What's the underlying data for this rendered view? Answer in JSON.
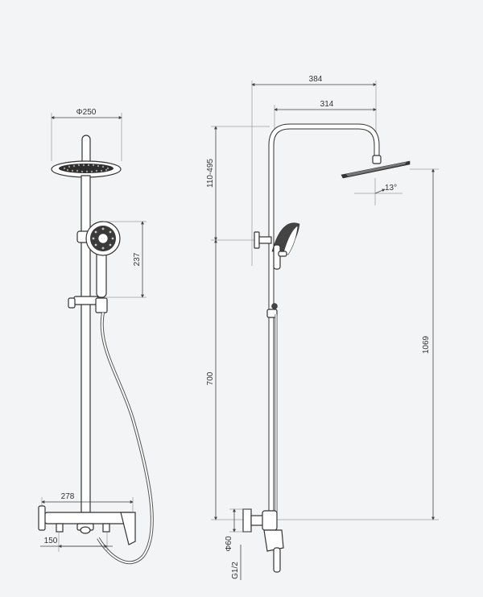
{
  "front_view": {
    "head_diameter": "Φ250",
    "handshower_height": "237",
    "mixer_width": "278",
    "inlet_spacing": "150"
  },
  "side_view": {
    "total_reach": "384",
    "arm_reach": "314",
    "height_adjust": "110-495",
    "mixer_to_holder": "700",
    "head_height": "1069",
    "head_angle": "13°",
    "escutcheon_diameter": "Φ60",
    "thread_size": "G1/2"
  }
}
